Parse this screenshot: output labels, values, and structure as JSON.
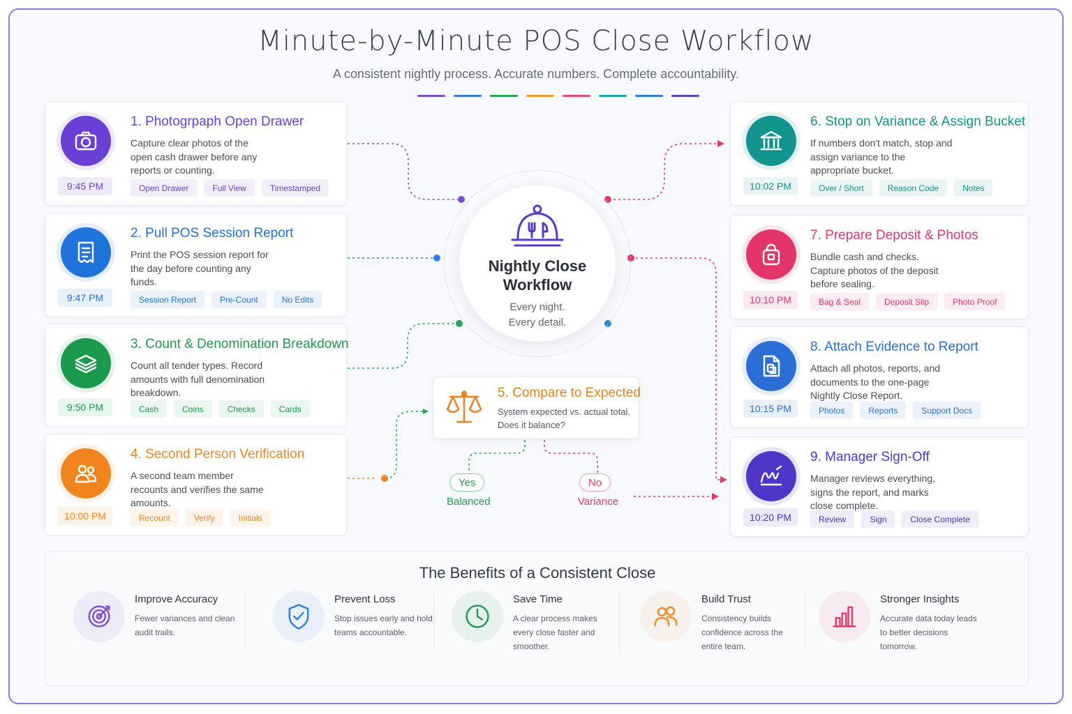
{
  "header": {
    "title": "Minute-by-Minute  POS Close Workflow",
    "subtitle": "A consistent nightly process. Accurate numbers. Complete accountability.",
    "dash_colors": [
      "#7b4fd8",
      "#2f7de1",
      "#22a65a",
      "#f39a2d",
      "#e84b7a",
      "#18a9a0",
      "#2f7de1",
      "#5a3fc0"
    ]
  },
  "hub": {
    "title_line1": "Nightly Close",
    "title_line2": "Workflow",
    "sub_line1": "Every night.",
    "sub_line2": "Every detail."
  },
  "steps": [
    {
      "title": "1. Photogrpaph Open Drawer",
      "desc": "Capture clear photos of the open cash drawer before any reports or counting.",
      "time": "9:45 PM",
      "tags": [
        "Open Drawer",
        "Full View",
        "Timestamped"
      ],
      "color": "#6a3fd6"
    },
    {
      "title": "2. Pull POS Session Report",
      "desc": "Print the POS session report for the day before counting any funds.",
      "time": "9:47 PM",
      "tags": [
        "Session Report",
        "Pre-Count",
        "No Edits"
      ],
      "color": "#1f73db"
    },
    {
      "title": "3. Count & Denomination Breakdown",
      "desc": "Count all tender types. Record amounts with full denomination breakdown.",
      "time": "9:50 PM",
      "tags": [
        "Cash",
        "Coins",
        "Checks",
        "Cards"
      ],
      "color": "#1b9a4d"
    },
    {
      "title": "4. Second Person Verification",
      "desc": "A second team member recounts and verifies the same amounts.",
      "time": "10:00 PM",
      "tags": [
        "Recount",
        "Verify",
        "Initials"
      ],
      "color": "#f0851e"
    },
    {
      "title": "6. Stop on Variance & Assign Bucket",
      "desc": "If numbers don't match, stop and assign variance to the appropriate bucket.",
      "time": "10:02 PM",
      "tags": [
        "Over / Short",
        "Reason Code",
        "Notes"
      ],
      "color": "#11958e"
    },
    {
      "title": "7. Prepare Deposit  & Photos",
      "desc": "Bundle cash and checks. Capture photos of the deposit before sealing.",
      "time": "10:10 PM",
      "tags": [
        "Bag & Seal",
        "Deposit Slip",
        "Photo Proof"
      ],
      "color": "#e4356b"
    },
    {
      "title": "8. Attach Evidence to Report",
      "desc": "Attach all photos, reports, and documents to the one-page Nightly Close Report.",
      "time": "10:15 PM",
      "tags": [
        "Photos",
        "Reports",
        "Support Docs"
      ],
      "color": "#2b6fd6"
    },
    {
      "title": "9. Manager Sign-Off",
      "desc": "Manager reviews everything, signs the report, and marks close complete.",
      "time": "10:20 PM",
      "tags": [
        "Review",
        "Sign",
        "Close Complete"
      ],
      "color": "#4f35c8"
    }
  ],
  "compare": {
    "title": "5. Compare to Expected",
    "desc": "System expected vs. actual total. Does it balance?",
    "yes_pill": "Yes",
    "yes_label": "Balanced",
    "no_pill": "No",
    "no_label": "Variance"
  },
  "benefits": {
    "title": "The Benefits of a Consistent Close",
    "items": [
      {
        "title": "Improve Accuracy",
        "desc": "Fewer variances and clean audit trails.",
        "color": "#7b4fd8"
      },
      {
        "title": "Prevent Loss",
        "desc": "Stop issues early and hold teams accountable.",
        "color": "#2f7de1"
      },
      {
        "title": "Save Time",
        "desc": "A clear process makes every close faster and smoother.",
        "color": "#1e9a50"
      },
      {
        "title": "Build Trust",
        "desc": "Consistency builds confidence across the entire team.",
        "color": "#f08a24"
      },
      {
        "title": "Stronger Insights",
        "desc": "Accurate data today leads to better decisions tomorrow.",
        "color": "#e23a6e"
      }
    ]
  }
}
